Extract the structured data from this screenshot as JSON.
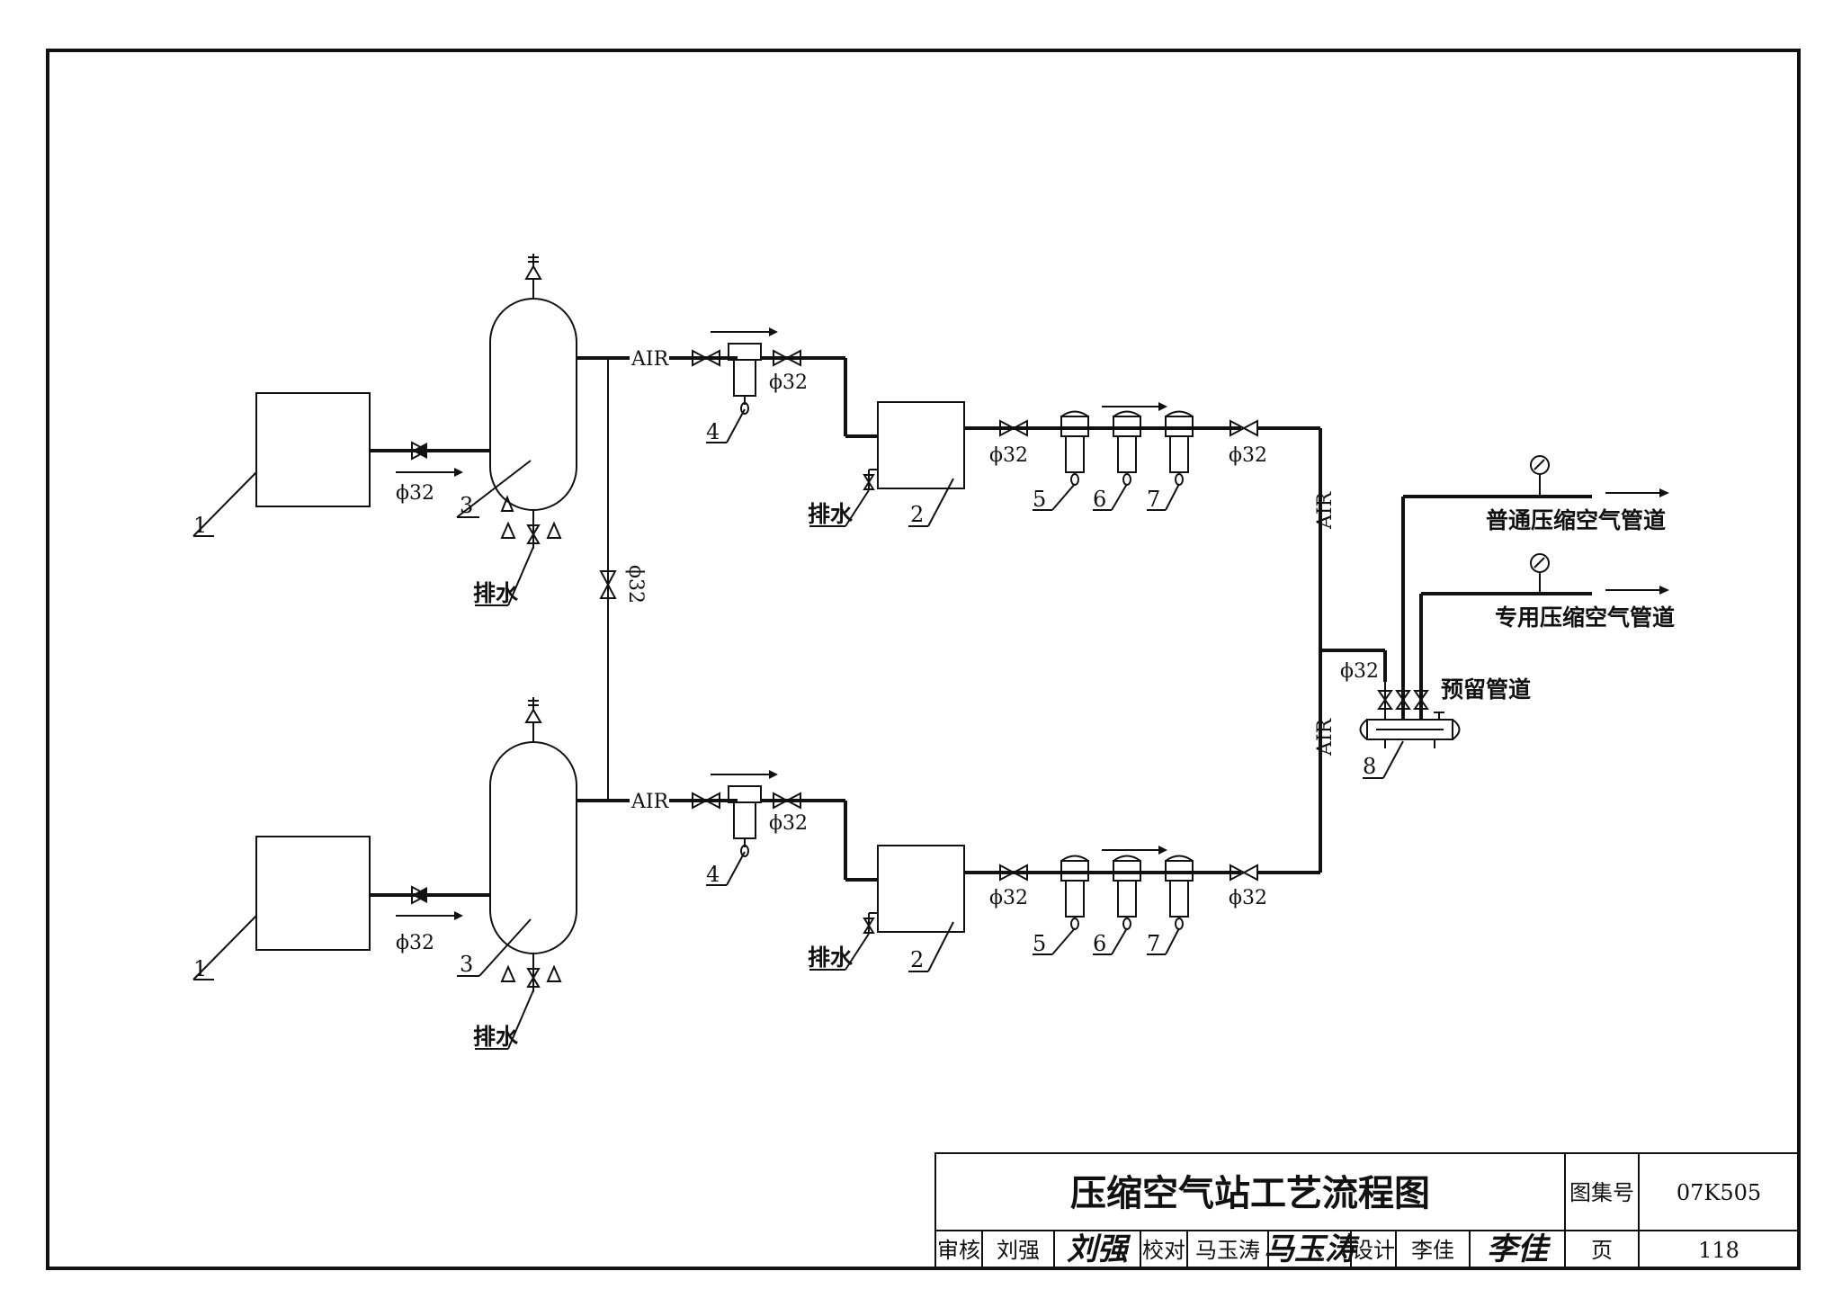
{
  "labels": {
    "air": "AIR",
    "pipe": "ϕ32",
    "drain": "排水",
    "reserved_pipe": "预留管道",
    "general_pipe": "普通压缩空气管道",
    "special_pipe": "专用压缩空气管道"
  },
  "items": {
    "compressor": "1",
    "dryer": "2",
    "tank": "3",
    "filter_main": "4",
    "filter_a": "5",
    "filter_b": "6",
    "filter_c": "7",
    "header": "8"
  },
  "title_block": {
    "title": "压缩空气站工艺流程图",
    "atlas_label": "图集号",
    "atlas_no": "07K505",
    "review_label": "审核",
    "reviewer": "刘强",
    "reviewer_sig": "刘强",
    "check_label": "校对",
    "checker": "马玉涛",
    "checker_sig": "马玉涛",
    "design_label": "设计",
    "designer": "李佳",
    "designer_sig": "李佳",
    "page_label": "页",
    "page_no": "118"
  }
}
